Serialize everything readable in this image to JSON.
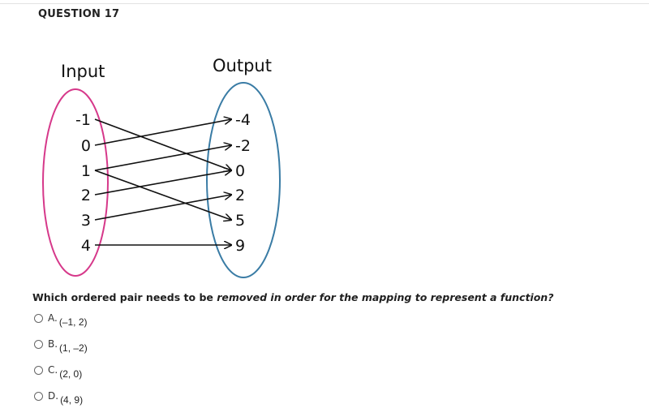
{
  "question": {
    "title": "QUESTION 17",
    "prompt_part1": "Which ordered pair needs to be ",
    "prompt_part2": "removed in order for the mapping to represent a function?"
  },
  "diagram": {
    "input_label": "Input",
    "output_label": "Output",
    "inputs": [
      "-1",
      "0",
      "1",
      "2",
      "3",
      "4"
    ],
    "outputs": [
      "-4",
      "-2",
      "0",
      "2",
      "5",
      "9"
    ],
    "mappings": [
      {
        "from": "-1",
        "to": "0"
      },
      {
        "from": "0",
        "to": "-4"
      },
      {
        "from": "1",
        "to": "-2"
      },
      {
        "from": "1",
        "to": "5"
      },
      {
        "from": "2",
        "to": "0"
      },
      {
        "from": "3",
        "to": "2"
      },
      {
        "from": "4",
        "to": "9"
      }
    ],
    "colors": {
      "input_oval": "#d6388a",
      "output_oval": "#3a7ca5",
      "arrows": "#111111"
    }
  },
  "options": [
    {
      "letter": "A.",
      "text": "(–1, 2)"
    },
    {
      "letter": "B.",
      "text": "(1, –2)"
    },
    {
      "letter": "C.",
      "text": "(2, 0)"
    },
    {
      "letter": "D.",
      "text": "(4, 9)"
    }
  ]
}
